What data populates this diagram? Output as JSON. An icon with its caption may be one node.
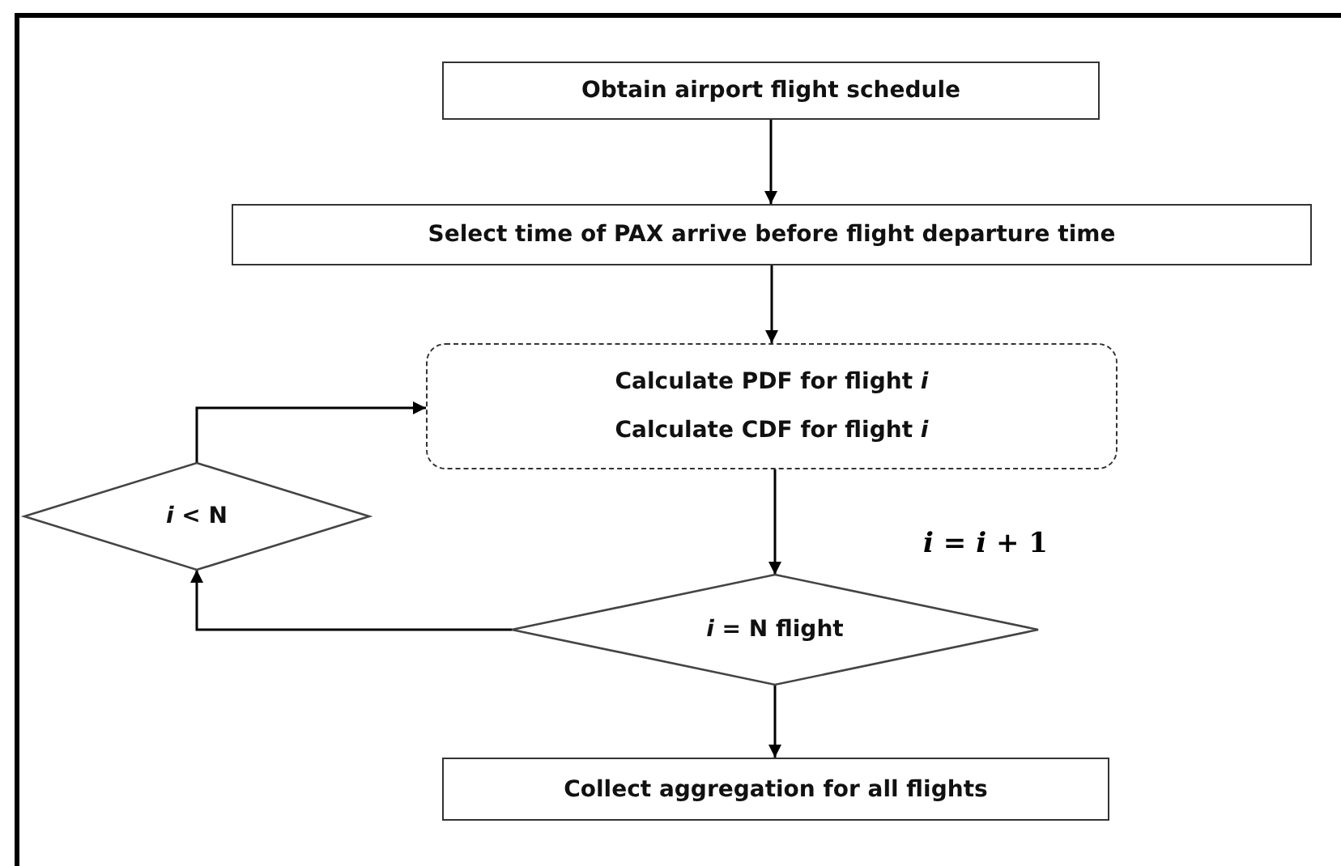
{
  "diagram": {
    "nodes": [
      {
        "text": [
          "Obtain airport flight schedule"
        ]
      },
      {
        "text": [
          "Select time of PAX arrive before flight departure time"
        ]
      },
      {
        "text": [
          "Calculate PDF for flight *i*",
          "Calculate CDF for flight *i*"
        ]
      },
      {
        "text": [
          "*i* < N"
        ]
      },
      {
        "text": [
          "*i*  = N flight"
        ]
      },
      {
        "text": [
          "Collect aggregation for all flights"
        ]
      }
    ],
    "edges": [
      {
        "from": 0,
        "to": 1,
        "arrow": "to"
      },
      {
        "from": 1,
        "to": 2,
        "arrow": "to"
      },
      {
        "from": 2,
        "to": 4,
        "arrow": "to"
      },
      {
        "from": 4,
        "to": 3,
        "arrow": "to"
      },
      {
        "from": 3,
        "to": 2,
        "arrow": "to"
      },
      {
        "from": 4,
        "to": 5,
        "arrow": "to"
      }
    ],
    "labels": [
      "*i* = *i* + 1"
    ]
  }
}
